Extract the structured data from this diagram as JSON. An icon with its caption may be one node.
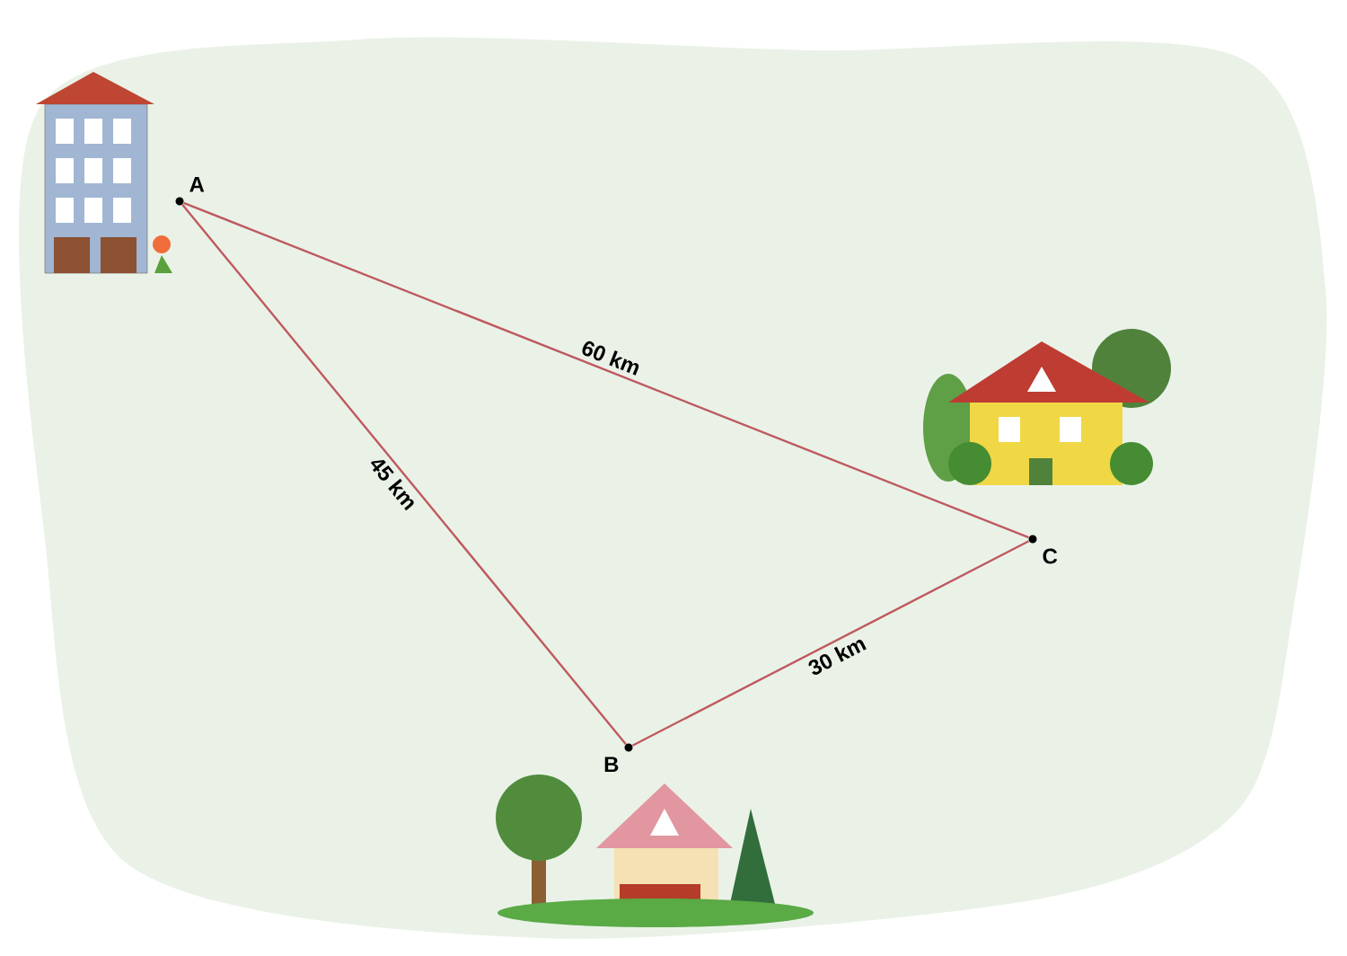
{
  "diagram": {
    "nodes": [
      {
        "text": [
          "A"
        ]
      },
      {
        "text": [
          "B"
        ]
      },
      {
        "text": [
          "C"
        ]
      }
    ],
    "edges": [
      {
        "from": 0,
        "to": 2,
        "arrow": "none",
        "label": "60 km"
      },
      {
        "from": 0,
        "to": 1,
        "arrow": "none",
        "label": "45 km"
      },
      {
        "from": 1,
        "to": 2,
        "arrow": "none",
        "label": "30 km"
      }
    ]
  }
}
